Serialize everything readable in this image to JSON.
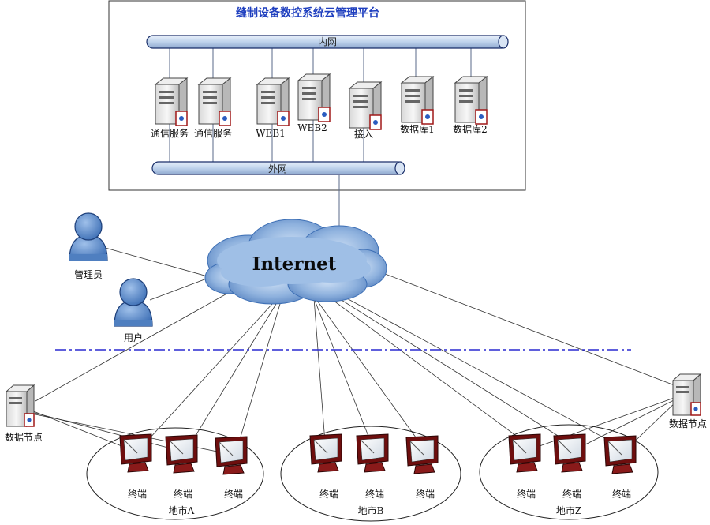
{
  "platform": {
    "title": "缝制设备数控系统云管理平台",
    "intranet_label": "内网",
    "extranet_label": "外网",
    "servers": [
      {
        "label": "通信服务"
      },
      {
        "label": "通信服务"
      },
      {
        "label": "WEB1"
      },
      {
        "label": "WEB2"
      },
      {
        "label": "接入"
      },
      {
        "label": "数据库1"
      },
      {
        "label": "数据库2"
      }
    ]
  },
  "internet_label": "Internet",
  "users": [
    {
      "label": "管理员"
    },
    {
      "label": "用户"
    }
  ],
  "data_nodes": [
    {
      "label": "数据节点"
    },
    {
      "label": "数据节点"
    }
  ],
  "regions": [
    {
      "label": "地市A",
      "terminals": [
        "终端",
        "终端",
        "终端"
      ]
    },
    {
      "label": "地市B",
      "terminals": [
        "终端",
        "终端",
        "终端"
      ]
    },
    {
      "label": "地市Z",
      "terminals": [
        "终端",
        "终端",
        "终端"
      ]
    }
  ],
  "colors": {
    "pipe_fill": "#bfd3ec",
    "cloud_fill": "#7fa7d8",
    "person_fill": "#4f7fc0",
    "divider": "#2a2ad0",
    "server_accent": "#a01818"
  }
}
